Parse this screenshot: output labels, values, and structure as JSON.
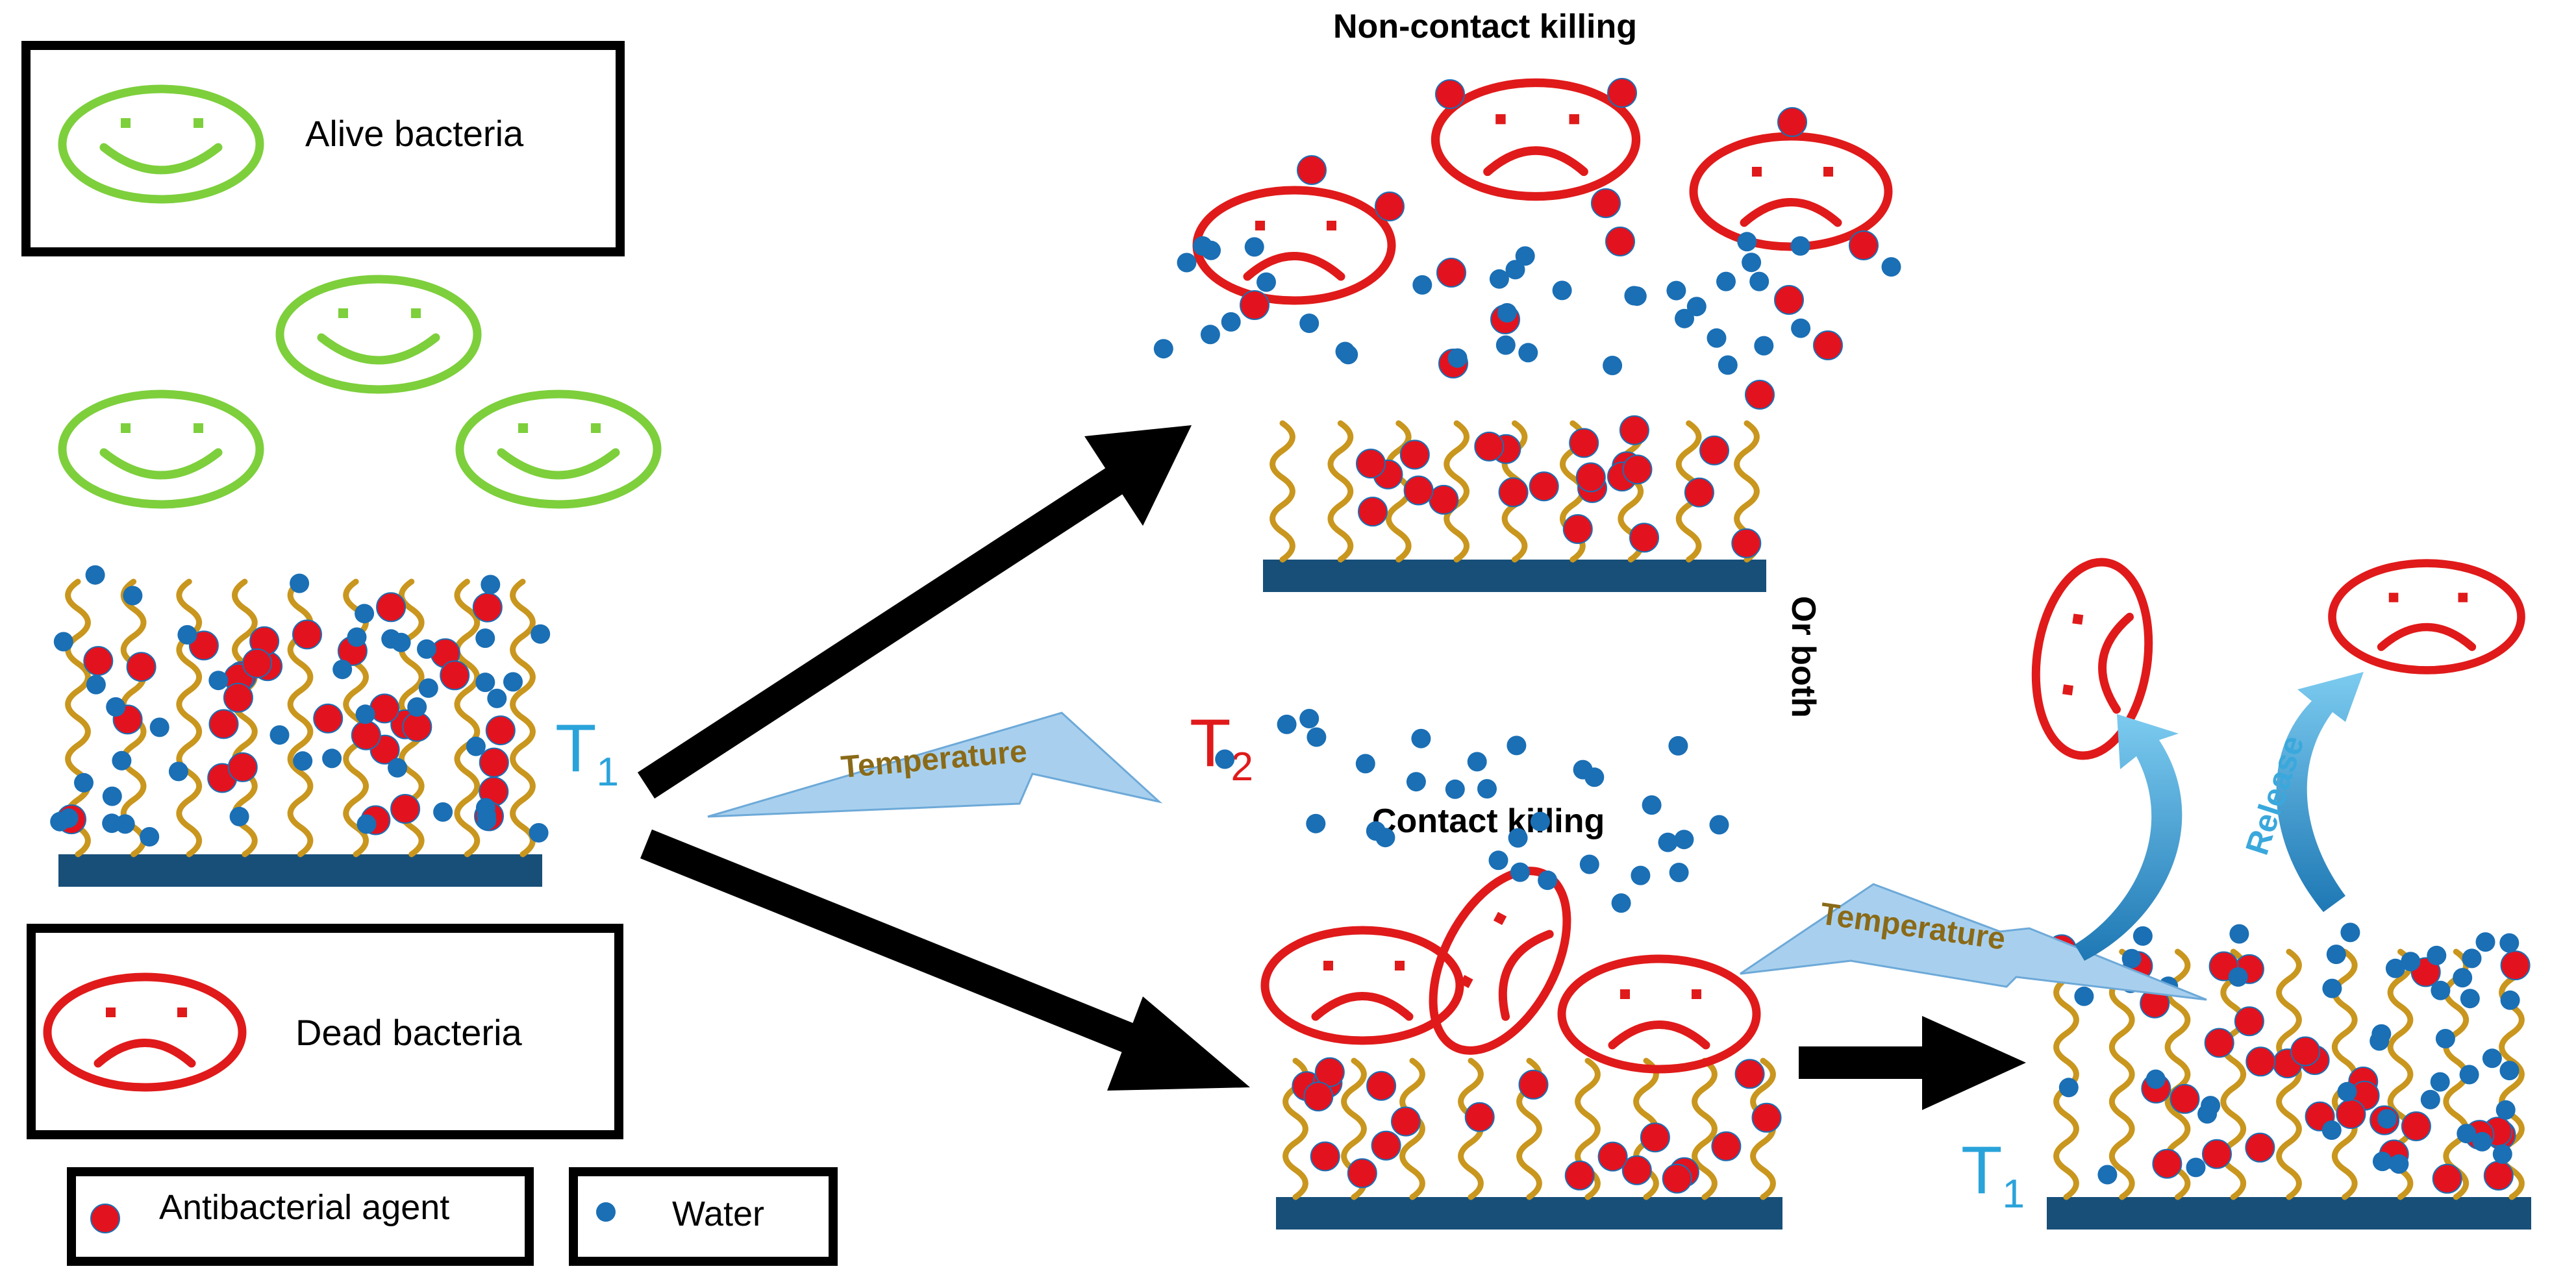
{
  "legend": {
    "alive_label": "Alive bacteria",
    "dead_label": "Dead bacteria",
    "agent_label": "Antibacterial agent",
    "water_label": "Water"
  },
  "labels": {
    "non_contact": "Non-contact killing",
    "contact": "Contact killing",
    "or_both": "Or both",
    "temperature": "Temperature",
    "release": "Release",
    "t_letter": "T",
    "t1_sub": "1",
    "t2_sub": "2"
  },
  "colors": {
    "alive": "#7dcf3c",
    "dead": "#e01a1a",
    "agent": "#e3121f",
    "water": "#1a6fb5",
    "chain": "#c9961e",
    "substrate": "#174f79",
    "arrow": "#000000",
    "temperature_bolt": "#9cc8ea",
    "release_arrow": "#3a9fd3"
  }
}
